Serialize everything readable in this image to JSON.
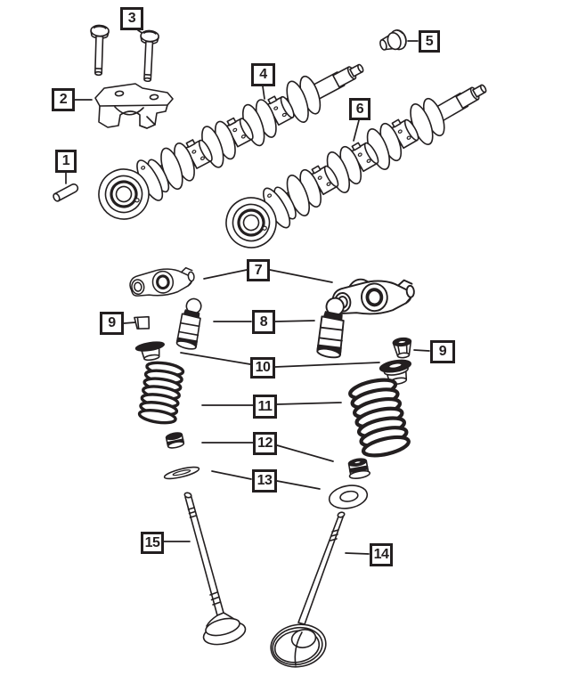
{
  "colors": {
    "background": "#ffffff",
    "line": "#231f20"
  },
  "callouts": [
    {
      "label": "1",
      "part": "dowel-pin"
    },
    {
      "label": "2",
      "part": "camshaft-bearing-cap"
    },
    {
      "label": "3",
      "part": "bearing-cap-bolts"
    },
    {
      "label": "4",
      "part": "camshaft-left"
    },
    {
      "label": "5",
      "part": "end-plug"
    },
    {
      "label": "6",
      "part": "camshaft-right"
    },
    {
      "label": "7",
      "part": "rocker-arms"
    },
    {
      "label": "8",
      "part": "hydraulic-lash-adjusters"
    },
    {
      "label": "9",
      "part": "valve-lock-left"
    },
    {
      "label": "9",
      "part": "valve-lock-right"
    },
    {
      "label": "10",
      "part": "valve-spring-retainers"
    },
    {
      "label": "11",
      "part": "valve-springs"
    },
    {
      "label": "12",
      "part": "valve-stem-seals"
    },
    {
      "label": "13",
      "part": "spring-seat-washers"
    },
    {
      "label": "14",
      "part": "valve-right"
    },
    {
      "label": "15",
      "part": "valve-left"
    }
  ]
}
